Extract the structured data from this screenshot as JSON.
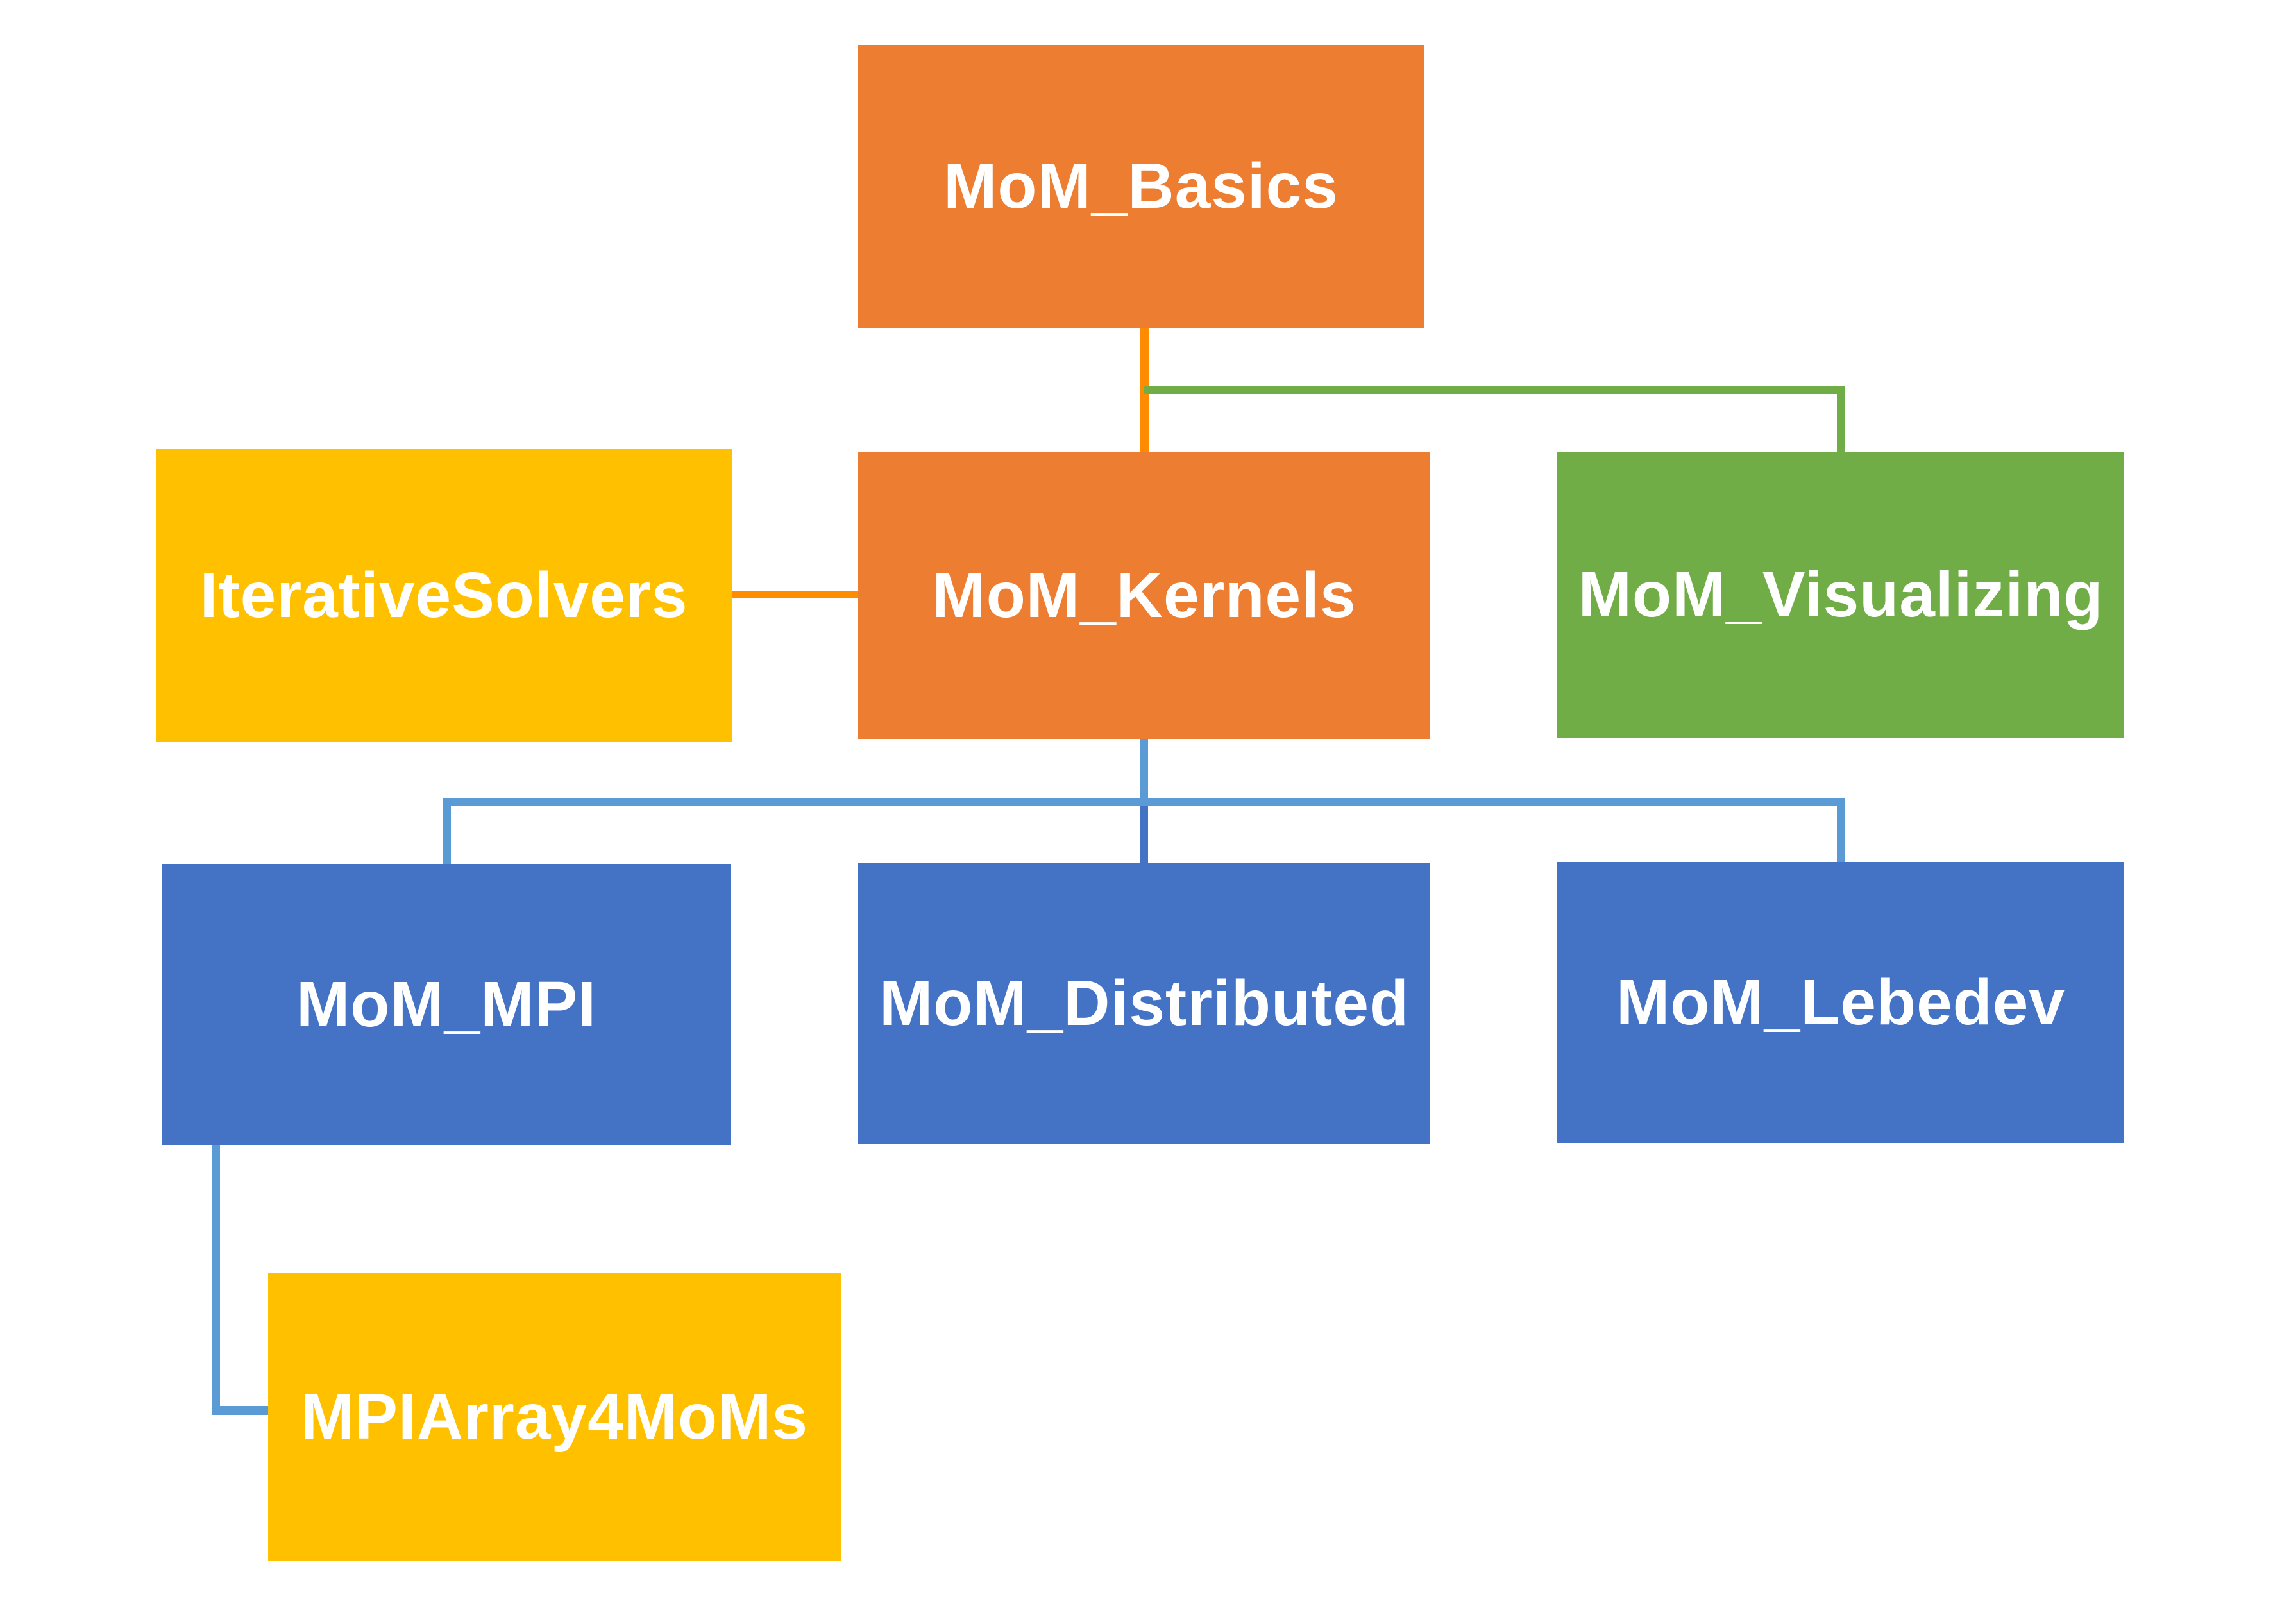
{
  "diagram": {
    "type": "dependency-graph",
    "background": "#FFFFFF",
    "text_color": "#FFFFFF",
    "nodes": [
      {
        "id": "mom-basics",
        "label": "MoM_Basics",
        "color": "#ED7D31"
      },
      {
        "id": "iterative-solvers",
        "label": "IterativeSolvers",
        "color": "#FFC000"
      },
      {
        "id": "mom-kernels",
        "label": "MoM_Kernels",
        "color": "#ED7D31"
      },
      {
        "id": "mom-visualizing",
        "label": "MoM_Visualizing",
        "color": "#70AD47"
      },
      {
        "id": "mom-mpi",
        "label": "MoM_MPI",
        "color": "#4472C4"
      },
      {
        "id": "mom-distributed",
        "label": "MoM_Distributed",
        "color": "#4472C4"
      },
      {
        "id": "mom-lebedev",
        "label": "MoM_Lebedev",
        "color": "#4472C4"
      },
      {
        "id": "mpiarray4moms",
        "label": "MPIArray4MoMs",
        "color": "#FFC000"
      }
    ],
    "connector_colors": {
      "orange": "#FF8C00",
      "green": "#70AD47",
      "light_blue": "#5B9BD5",
      "dark_blue": "#4472C4"
    },
    "edges": [
      {
        "from": "MoM_Basics",
        "to": "MoM_Kernels",
        "color": "#FF8C00"
      },
      {
        "from": "MoM_Basics",
        "to": "MoM_Visualizing",
        "color": "#70AD47"
      },
      {
        "from": "IterativeSolvers",
        "to": "MoM_Kernels",
        "color": "#FF8C00"
      },
      {
        "from": "MoM_Kernels",
        "to": "MoM_MPI",
        "color": "#5B9BD5"
      },
      {
        "from": "MoM_Kernels",
        "to": "MoM_Distributed",
        "color": "#4472C4"
      },
      {
        "from": "MoM_Kernels",
        "to": "MoM_Lebedev",
        "color": "#5B9BD5"
      },
      {
        "from": "MoM_MPI",
        "to": "MPIArray4MoMs",
        "color": "#5B9BD5"
      }
    ]
  }
}
